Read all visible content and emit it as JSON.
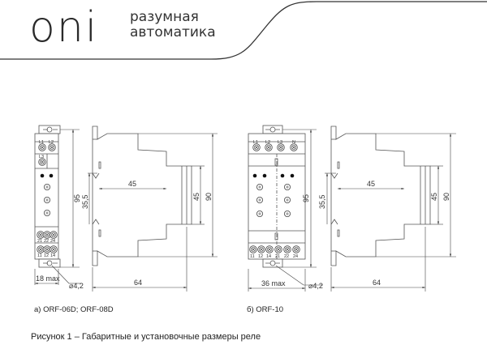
{
  "header": {
    "logo": "oni",
    "tagline_line1": "разумная",
    "tagline_line2": "автоматика"
  },
  "figure_a": {
    "caption": "а) ORF-06D; ORF-08D",
    "front_view": {
      "top_terminals": [
        "L1",
        "L2"
      ],
      "mid_terminals": [
        "L3"
      ],
      "bottom_terminals_row1": [
        "21",
        "22",
        "24"
      ],
      "bottom_terminals_row2": [
        "11",
        "12",
        "14"
      ],
      "height_dim": "95",
      "width_dim": "18 max",
      "hole_dim": "⌀4,2"
    },
    "side_view": {
      "rail_offset_dim": "35,5",
      "depth_mid_dim": "45",
      "height_dim": "90",
      "inner_height_dim": "45",
      "depth_dim": "64"
    }
  },
  "figure_b": {
    "caption": "б) ORF-10",
    "front_view": {
      "top_terminals": [
        "L1",
        "L2",
        "L3",
        "N"
      ],
      "bottom_terminals": [
        "11",
        "12",
        "14",
        "21",
        "22",
        "24"
      ],
      "height_dim": "95",
      "width_dim": "36 max",
      "hole_dim": "⌀4,2"
    },
    "side_view": {
      "rail_offset_dim": "35,5",
      "depth_mid_dim": "45",
      "height_dim": "90",
      "inner_height_dim": "45",
      "depth_dim": "64"
    }
  },
  "figure_title": "Рисунок 1 – Габаритные и установочные размеры реле"
}
